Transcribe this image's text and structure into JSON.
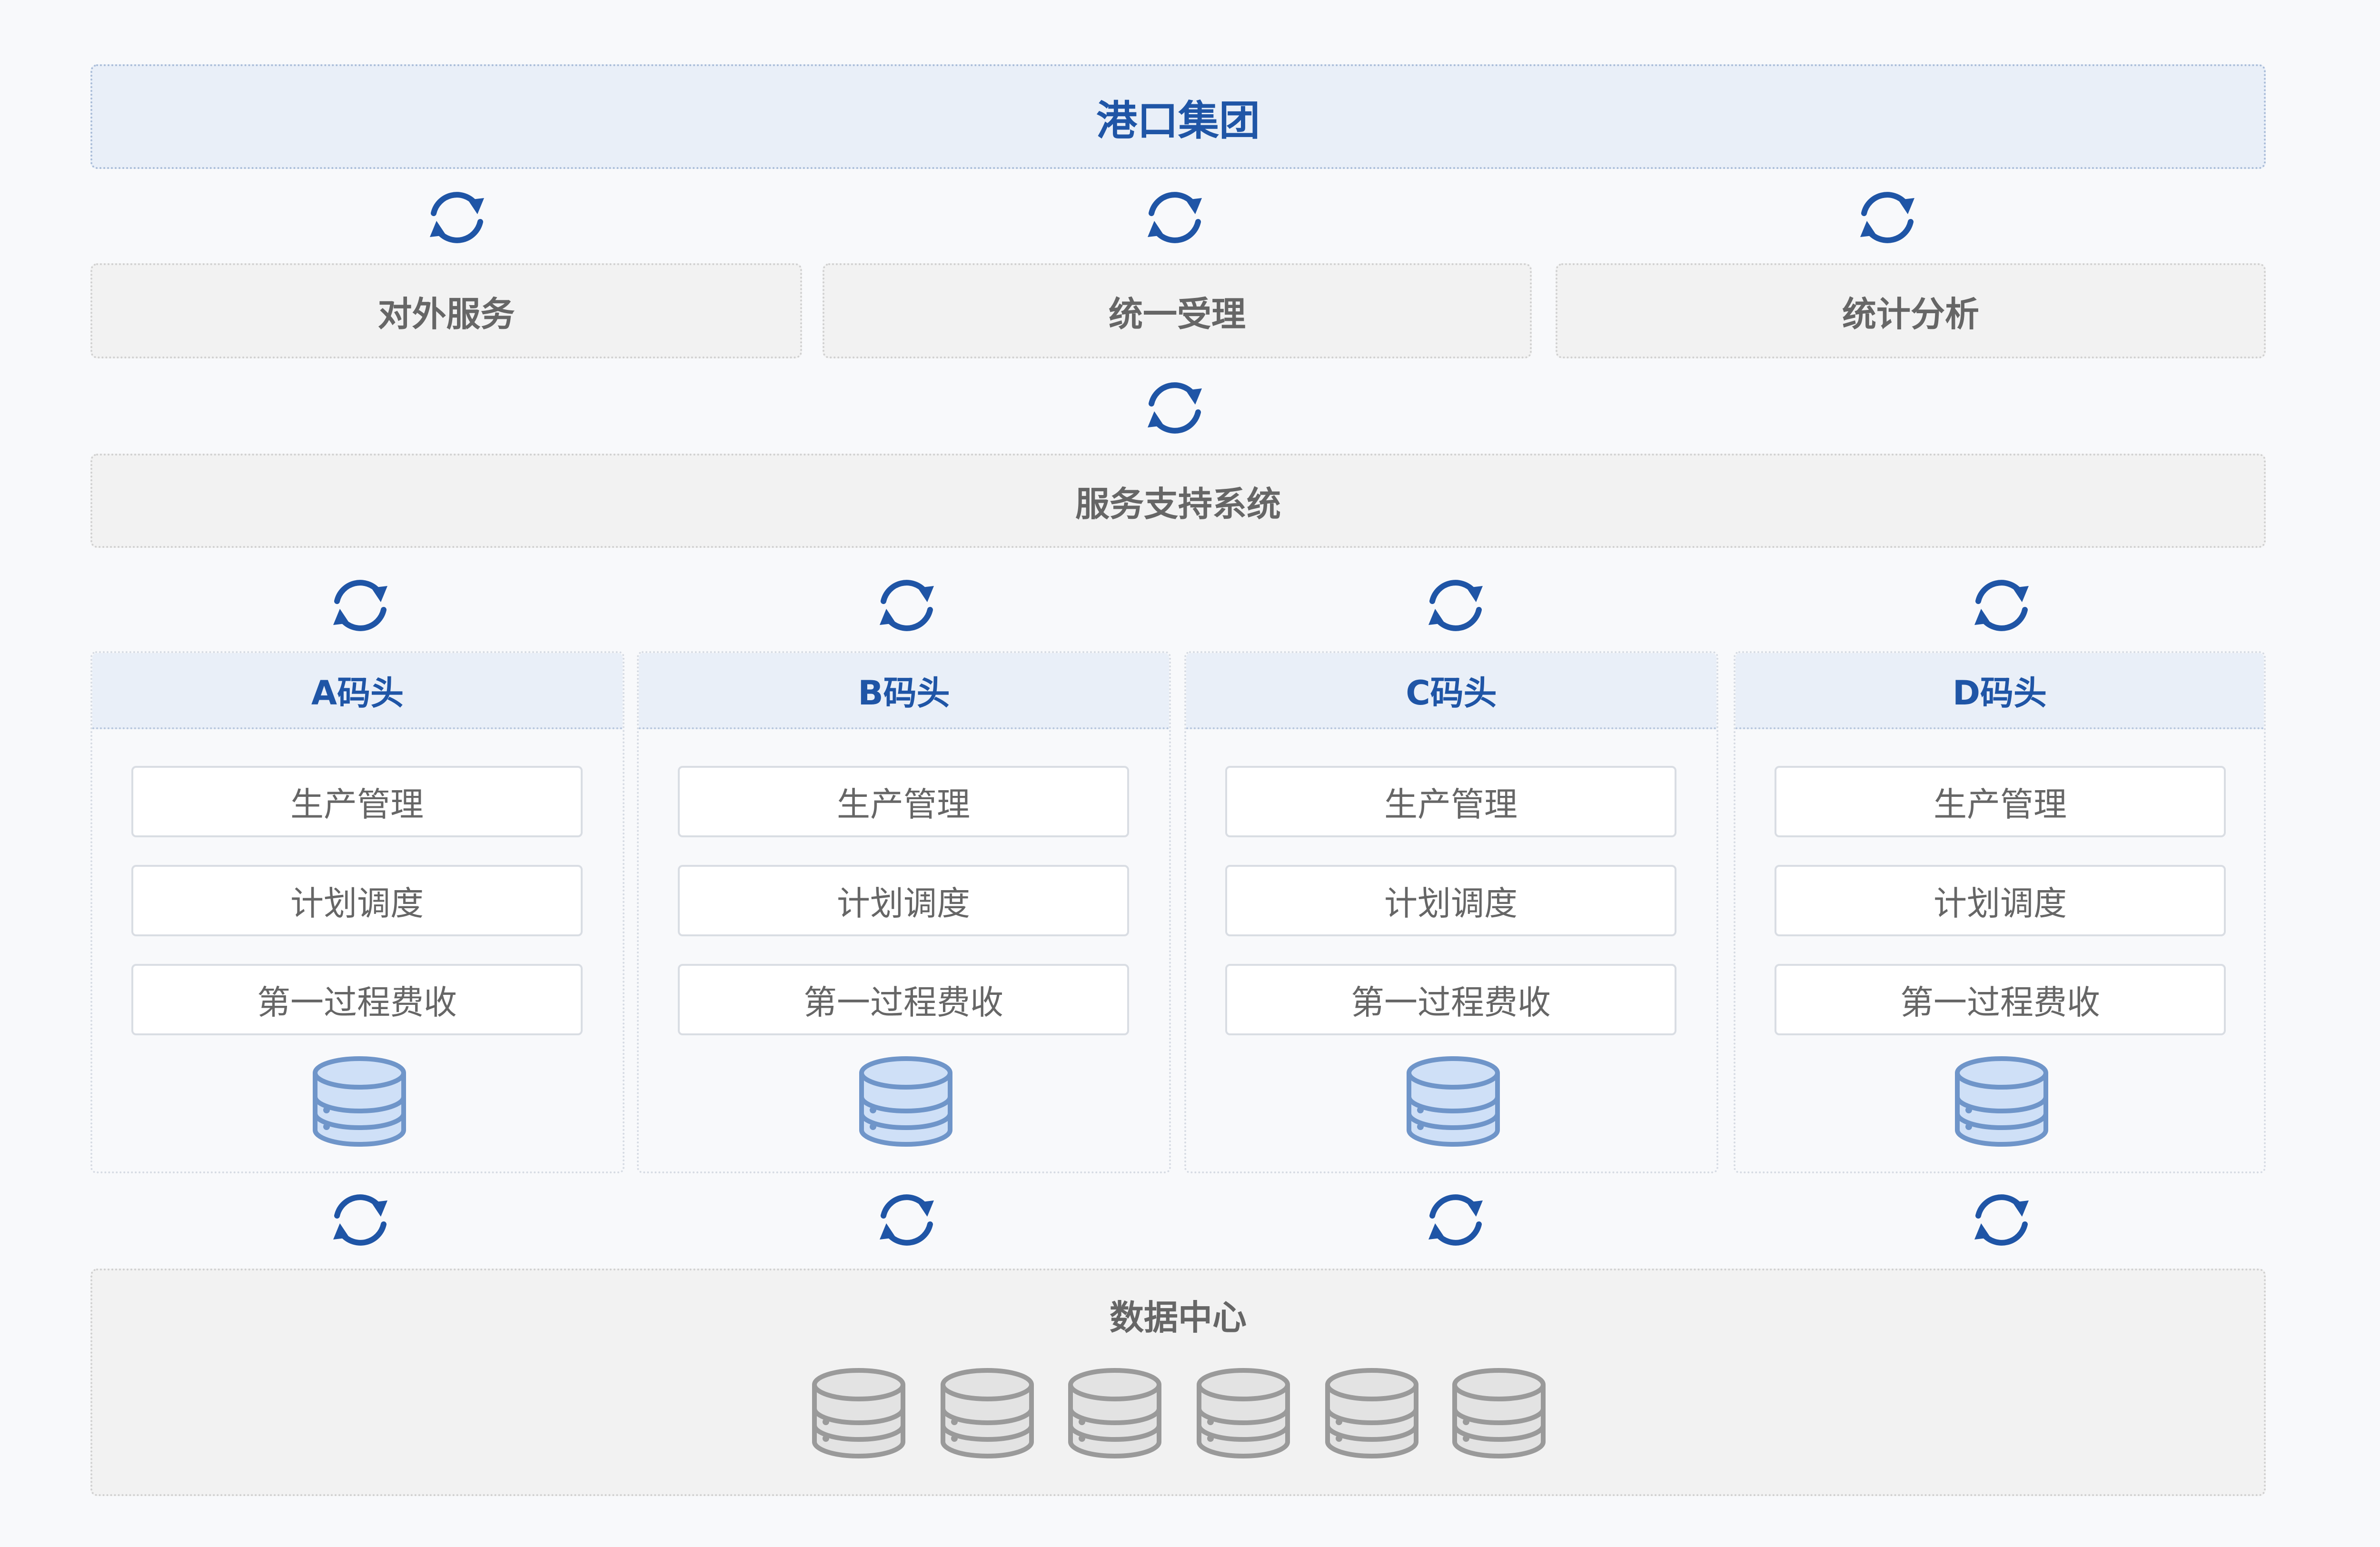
{
  "group": {
    "title": "港口集团"
  },
  "services": [
    {
      "label": "对外服务"
    },
    {
      "label": "统一受理"
    },
    {
      "label": "统计分析"
    }
  ],
  "support": {
    "label": "服务支持系统"
  },
  "terminals": [
    {
      "name": "A码头",
      "modules": [
        "生产管理",
        "计划调度",
        "第一过程费收"
      ]
    },
    {
      "name": "B码头",
      "modules": [
        "生产管理",
        "计划调度",
        "第一过程费收"
      ]
    },
    {
      "name": "C码头",
      "modules": [
        "生产管理",
        "计划调度",
        "第一过程费收"
      ]
    },
    {
      "name": "D码头",
      "modules": [
        "生产管理",
        "计划调度",
        "第一过程费收"
      ]
    }
  ],
  "data_center": {
    "title": "数据中心"
  },
  "icons": {
    "sync": "sync-arrows-icon",
    "terminal_db": "database-icon",
    "center_db": "database-icon"
  },
  "colors": {
    "accent_blue": "#1f55a6",
    "db_blue_fill": "#cfe0f7",
    "db_blue_stroke": "#6f95c9",
    "db_gray_fill": "#e3e3e3",
    "db_gray_stroke": "#9a9a9a"
  }
}
